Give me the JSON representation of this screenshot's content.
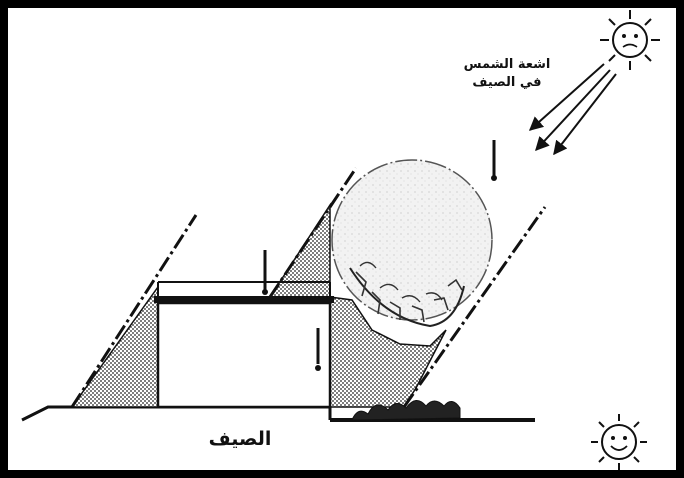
{
  "labels": {
    "sun_rays": [
      "اشعة الشمس",
      "في الصيف"
    ],
    "season": "الصيف"
  },
  "icons": {
    "sun_top": "sun-face-icon",
    "sun_bottom": "smiling-sun-icon"
  },
  "colors": {
    "frame": "#000000",
    "background": "#ffffff",
    "ink": "#111111"
  }
}
